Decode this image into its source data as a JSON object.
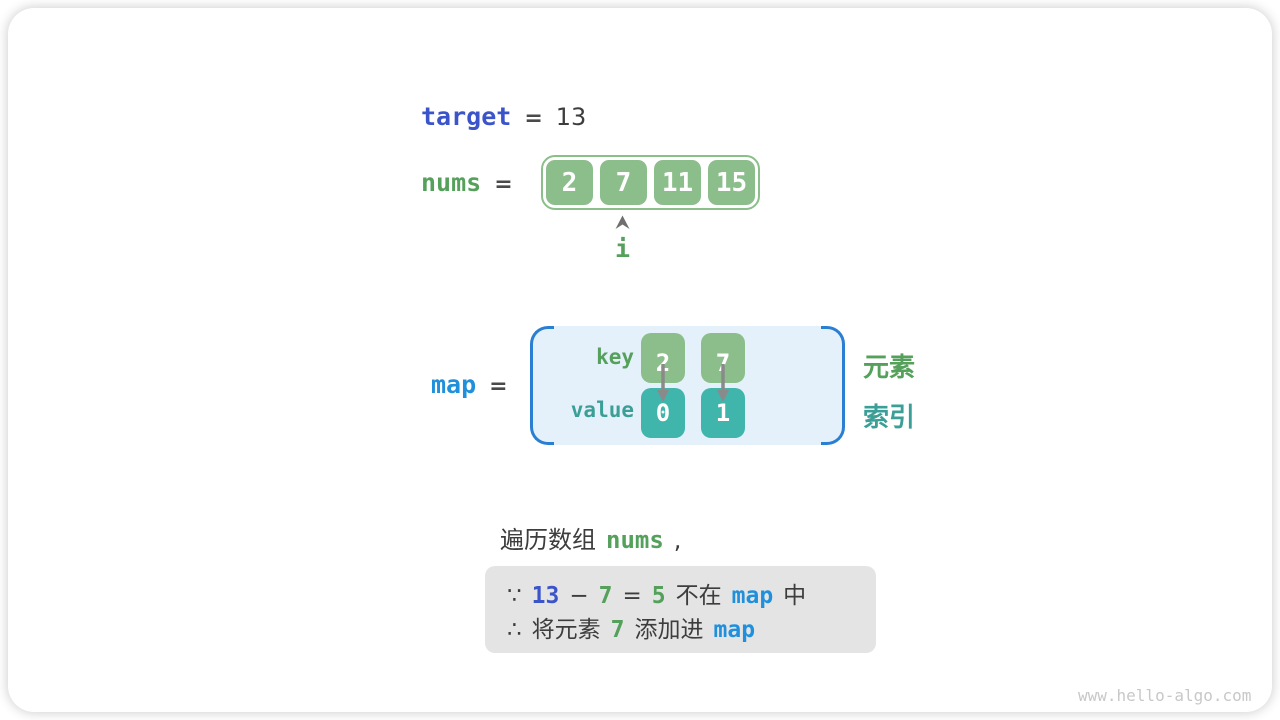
{
  "diagram": {
    "target_row": {
      "var": "target",
      "eq": "=",
      "value": "13"
    },
    "nums_row": {
      "var": "nums",
      "eq": "="
    },
    "array": {
      "cells": [
        "2",
        "7",
        "11",
        "15"
      ],
      "pointer_label": "i"
    },
    "map_row": {
      "var": "map",
      "eq": "="
    },
    "map": {
      "key_label": "key",
      "value_label": "value",
      "keys": [
        "2",
        "7"
      ],
      "values": [
        "0",
        "1"
      ],
      "element_label": "元素",
      "index_label": "索引"
    },
    "caption": {
      "text": "遍历数组",
      "code": "nums",
      "comma": ","
    },
    "note": {
      "line1": {
        "because": "∵",
        "minuend": "13",
        "minus": "−",
        "subtrahend": "7",
        "eq": "=",
        "difference": "5",
        "not_in": "不在",
        "map": "map",
        "in_suffix": "中"
      },
      "line2": {
        "therefore": "∴",
        "prefix": "将元素",
        "element": "7",
        "action": "添加进",
        "map": "map"
      }
    },
    "watermark": "www.hello-algo.com"
  },
  "colors": {
    "royal_blue": "#3b54c9",
    "bright_blue": "#2090dc",
    "green": "#55a15c",
    "teal": "#3b9f98",
    "green_cell": "#8cbe8c",
    "teal_cell": "#40b5ac",
    "map_bg": "#e4f1fa",
    "bracket_blue": "#2b7fd2",
    "dark": "#3d3d3d",
    "note_bg": "#e4e4e4",
    "arrow_gray": "#8a8a8a",
    "pointer_gray": "#6f6f6f"
  }
}
